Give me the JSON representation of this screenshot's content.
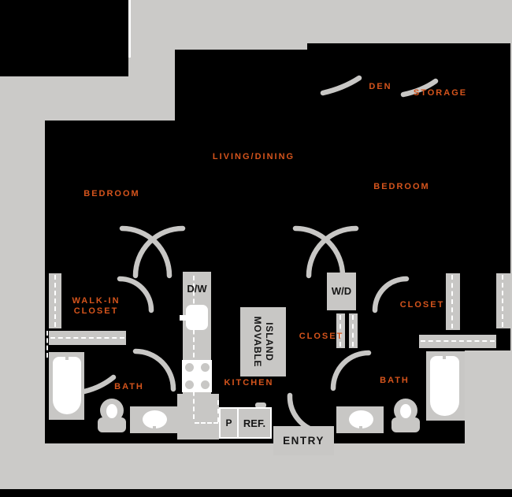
{
  "title": "Apartment floor plan",
  "colors": {
    "background": "#cbcac8",
    "plan": "#000000",
    "fixture": "#c8c7c5",
    "label_accent": "#d5541c",
    "box_text": "#161616",
    "white": "#ffffff"
  },
  "rooms": {
    "den": "DEN",
    "storage": "STORAGE",
    "living_dining": "LIVING/DINING",
    "bedroom_left": "BEDROOM",
    "bedroom_right": "BEDROOM",
    "walk_in_closet": {
      "line1": "WALK-IN",
      "line2": "CLOSET"
    },
    "closet_center": "CLOSET",
    "closet_right": "CLOSET",
    "bath_left": "BATH",
    "bath_right": "BATH",
    "kitchen": "KITCHEN"
  },
  "fixtures": {
    "dishwasher": "D/W",
    "washer_dryer": "W/D",
    "pantry": "P",
    "refrigerator": "REF.",
    "entry": "ENTRY",
    "island": {
      "line1": "MOVABLE",
      "line2": "ISLAND"
    }
  }
}
